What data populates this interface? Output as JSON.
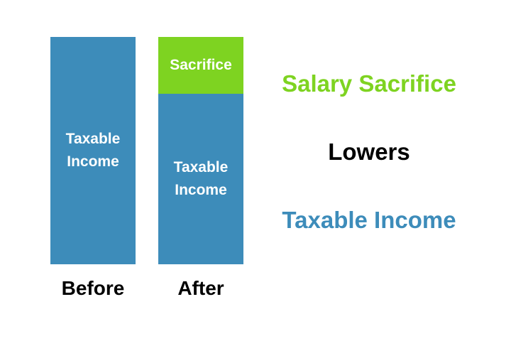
{
  "colors": {
    "taxable": "#3d8cba",
    "sacrifice": "#7ed321",
    "text_dark": "#000000",
    "text_light": "#ffffff"
  },
  "before": {
    "caption": "Before",
    "bar_label": "Taxable\nIncome"
  },
  "after": {
    "caption": "After",
    "sacrifice_label": "Sacrifice",
    "bar_label": "Taxable\nIncome"
  },
  "message": {
    "line1": "Salary Sacrifice",
    "line2": "Lowers",
    "line3": "Taxable Income"
  }
}
